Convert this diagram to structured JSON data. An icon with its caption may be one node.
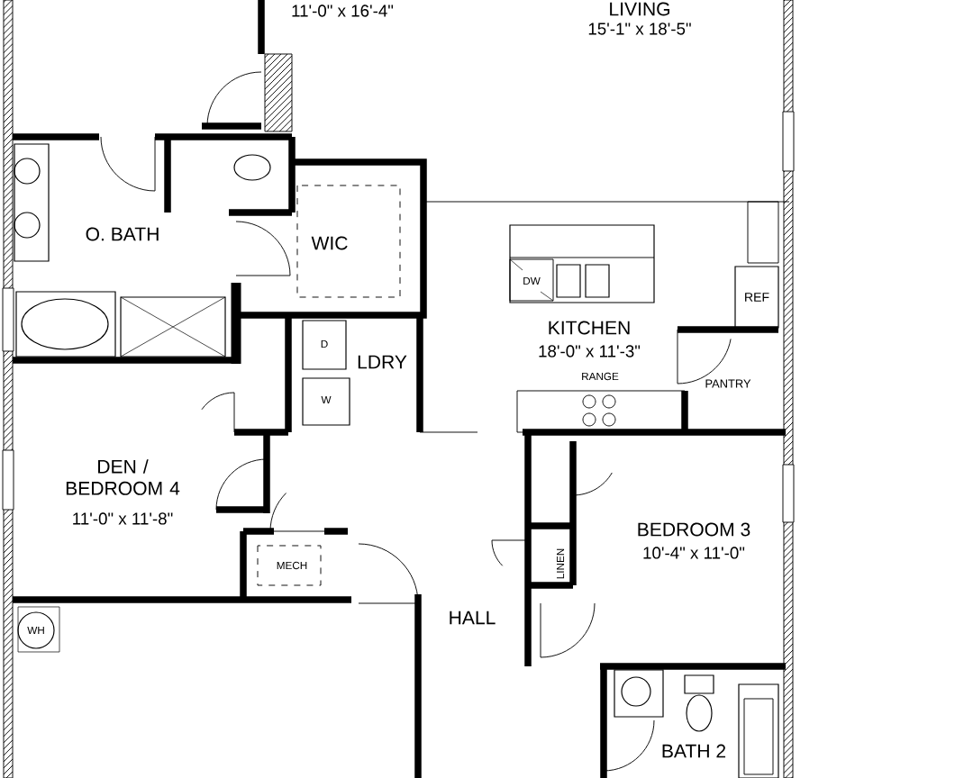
{
  "diagram": {
    "labels": [
      "11'-0\" x 16'-4\"",
      "LIVING",
      "15'-1\" x 18'-5\"",
      "O. BATH",
      "WIC",
      "DW",
      "KITCHEN",
      "18'-0\" x 11'-3\"",
      "REF",
      "D",
      "W",
      "LDRY",
      "RANGE",
      "PANTRY",
      "DEN / BEDROOM 4",
      "11'-0\" x 11'-8\"",
      "MECH",
      "BEDROOM 3",
      "10'-4\" x 11'-0\"",
      "LINEN",
      "HALL",
      "WH",
      "BATH 2"
    ]
  }
}
